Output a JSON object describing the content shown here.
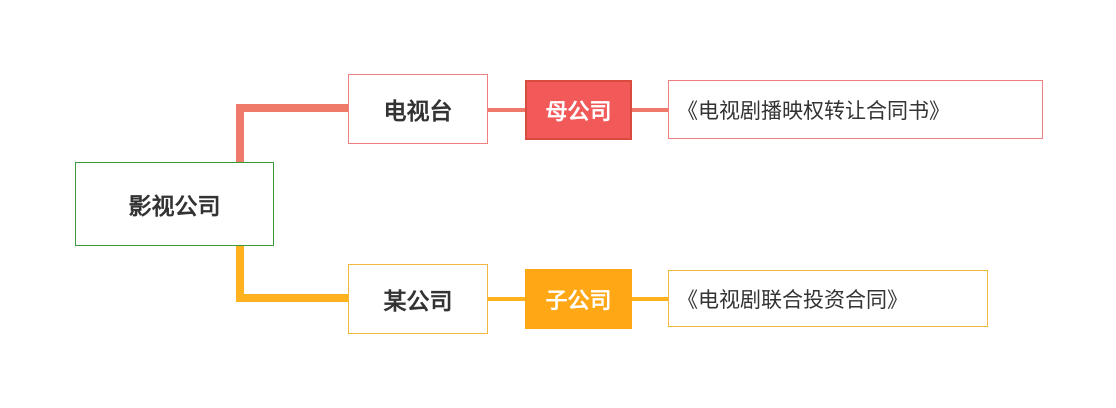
{
  "colors": {
    "root_border": "#3a9a3a",
    "upper_branch": "#f07a6a",
    "lower_branch": "#ffb21e",
    "parent_fill": "#f25a5a",
    "child_fill": "#ffa715"
  },
  "diagram": {
    "root": "影视公司",
    "upper": {
      "node": "电视台",
      "relation": "母公司",
      "document": "《电视剧播映权转让合同书》"
    },
    "lower": {
      "node": "某公司",
      "relation": "子公司",
      "document": "《电视剧联合投资合同》"
    }
  }
}
